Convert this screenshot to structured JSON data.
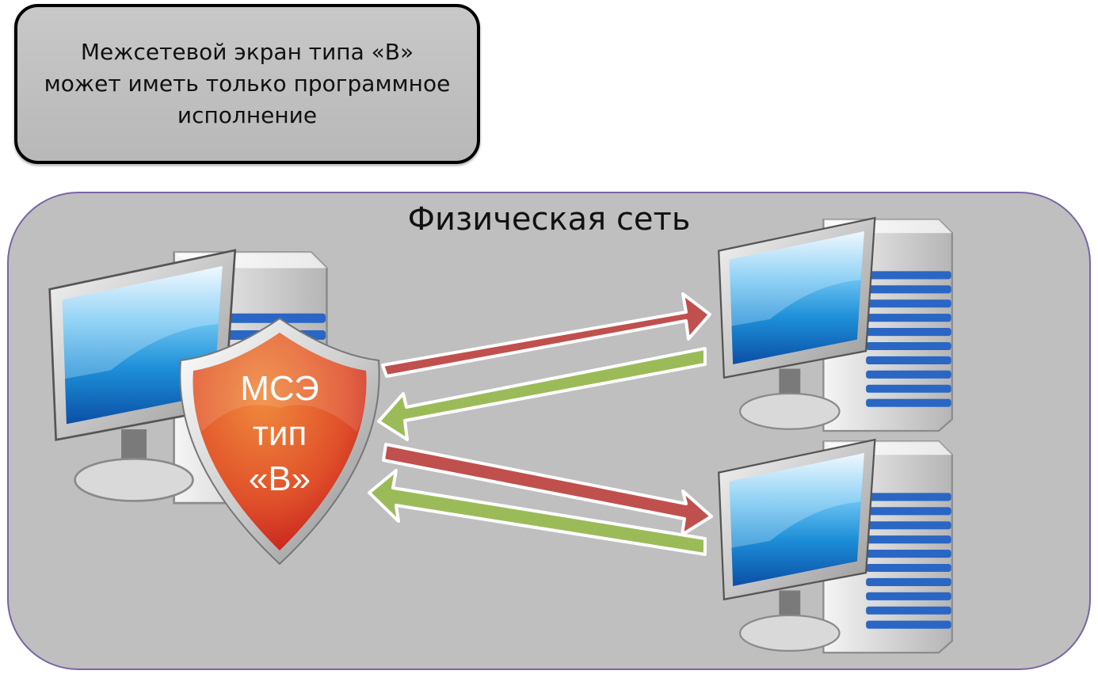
{
  "callout": {
    "text": "Межсетевой экран типа «В» может иметь только программное исполнение"
  },
  "network": {
    "label": "Физическая сеть"
  },
  "shield": {
    "line1": "МСЭ",
    "line2": "тип",
    "line3": "«В»"
  },
  "icons": {
    "main_computer": "desktop-computer-icon",
    "shield": "shield-icon",
    "top_computer": "desktop-computer-icon",
    "bottom_computer": "desktop-computer-icon"
  },
  "colors": {
    "outgoing_arrow": "#c0504d",
    "incoming_arrow": "#9bbb59",
    "shield": "#e0502a",
    "network_border": "#7a64a6",
    "network_fill": "#bfbfbf"
  }
}
